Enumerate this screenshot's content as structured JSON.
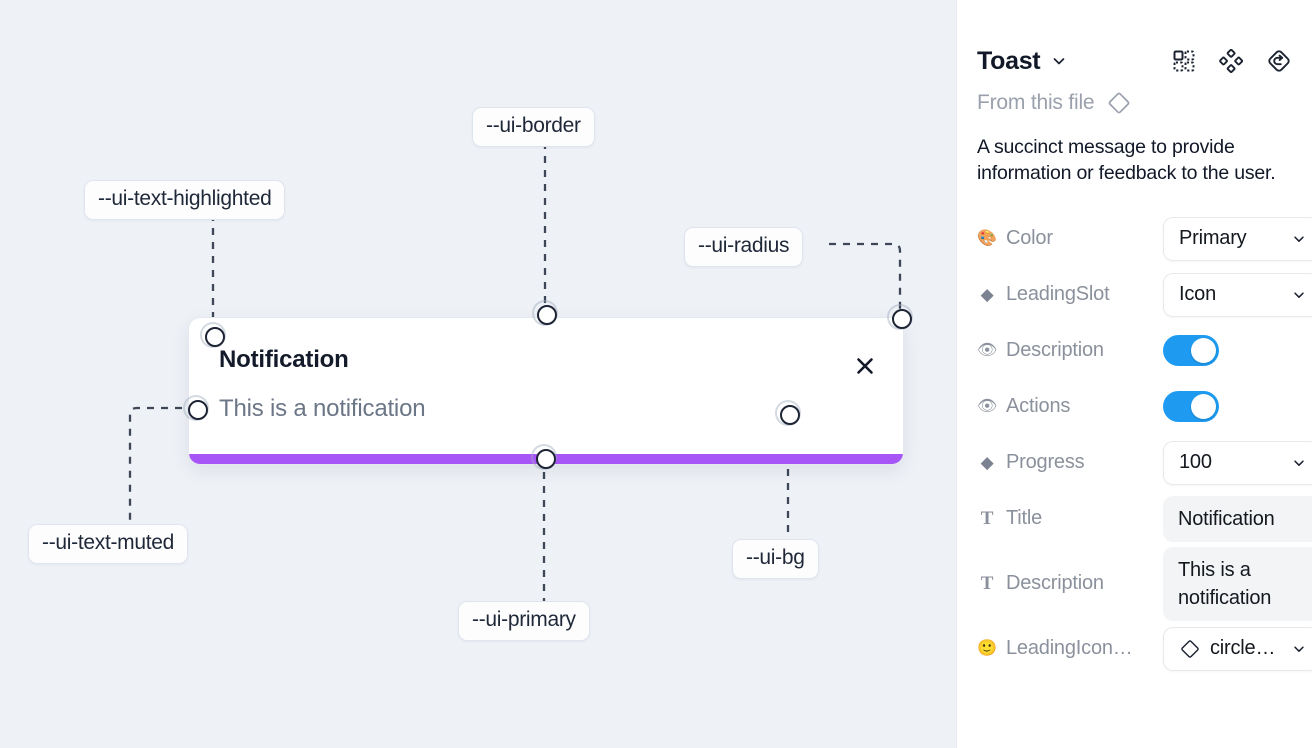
{
  "canvas": {
    "background_color": "#eef1f6",
    "toast": {
      "title": "Notification",
      "description": "This is a notification",
      "close_icon": "close-x-icon",
      "progress_color": "#a855f7",
      "background_color": "#ffffff",
      "border_color": "#e4e8ef"
    },
    "annotations": [
      {
        "id": "text-highlighted",
        "label": "--ui-text-highlighted"
      },
      {
        "id": "border",
        "label": "--ui-border"
      },
      {
        "id": "radius",
        "label": "--ui-radius"
      },
      {
        "id": "text-muted",
        "label": "--ui-text-muted"
      },
      {
        "id": "primary",
        "label": "--ui-primary"
      },
      {
        "id": "bg",
        "label": "--ui-bg"
      }
    ]
  },
  "panel": {
    "title": "Toast",
    "title_caret_icon": "chevron-down-icon",
    "header_icons": [
      {
        "name": "component-grid-icon"
      },
      {
        "name": "variants-diamond-cluster-icon"
      },
      {
        "name": "reset-diamond-icon"
      }
    ],
    "from_this_file": {
      "label": "From this file",
      "icon": "diamond-outline-icon"
    },
    "description": "A succinct message to provide information or feedback to the user.",
    "properties": [
      {
        "icon": "palette-emoji-icon",
        "icon_glyph": "🎨",
        "label": "Color",
        "control": "select",
        "value": "Primary"
      },
      {
        "icon": "diamond-solid-icon",
        "icon_glyph": "◆",
        "label": "LeadingSlot",
        "control": "select",
        "value": "Icon"
      },
      {
        "icon": "eye-emoji-icon",
        "icon_glyph": "👁",
        "label": "Description",
        "control": "toggle",
        "value": "on"
      },
      {
        "icon": "eye-emoji-icon",
        "icon_glyph": "👁",
        "label": "Actions",
        "control": "toggle",
        "value": "on"
      },
      {
        "icon": "diamond-solid-icon",
        "icon_glyph": "◆",
        "label": "Progress",
        "control": "select",
        "value": "100"
      },
      {
        "icon": "text-type-icon",
        "icon_glyph": "T",
        "label": "Title",
        "control": "textfield",
        "value": "Notification"
      },
      {
        "icon": "text-type-icon",
        "icon_glyph": "T",
        "label": "Description",
        "control": "textfield",
        "value": "This is a notification"
      },
      {
        "icon": "smiley-emoji-icon",
        "icon_glyph": "🙂",
        "label": "LeadingIcon…",
        "control": "icon-select",
        "value": "circle…",
        "value_icon": "diamond-outline-icon"
      }
    ],
    "toggle_on_color": "#1e9bf0"
  }
}
